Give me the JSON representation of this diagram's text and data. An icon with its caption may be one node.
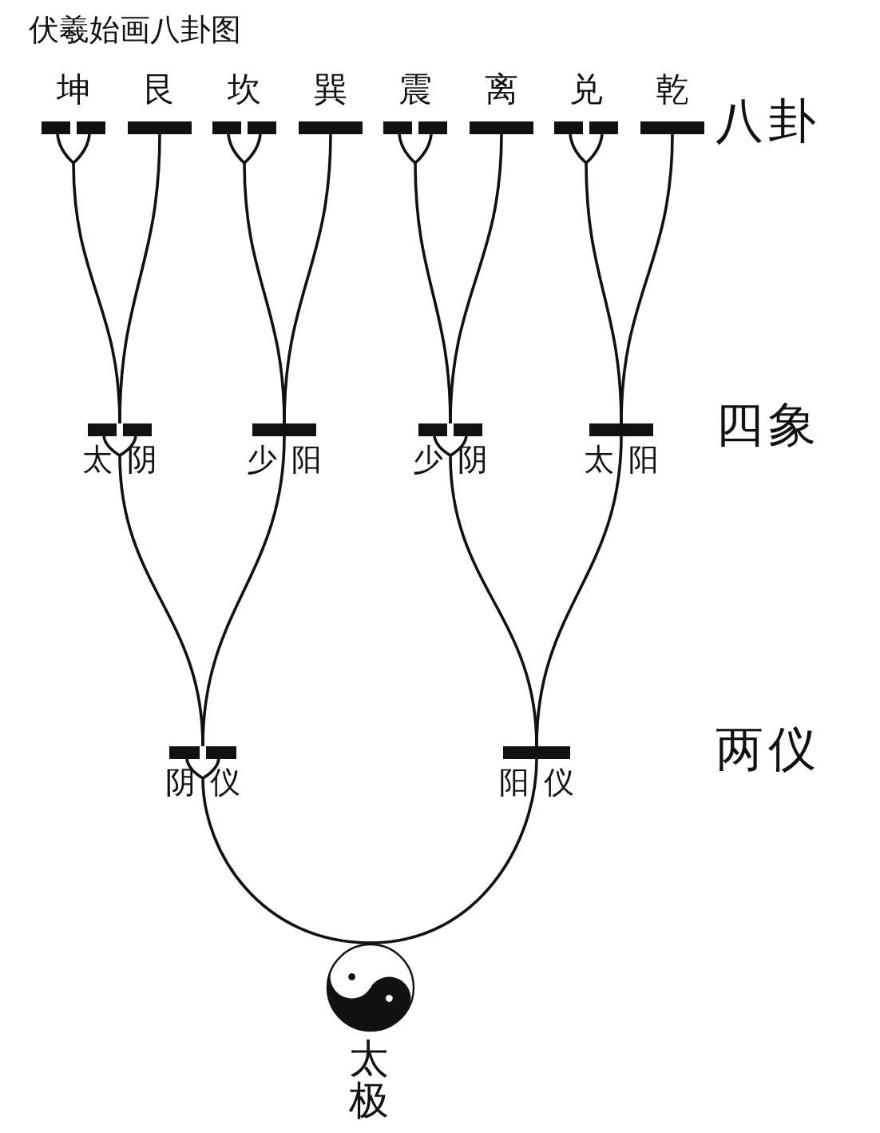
{
  "diagram": {
    "title": "伏羲始画八卦图",
    "nodes": [
      {
        "text": [
          "坤"
        ]
      },
      {
        "text": [
          "艮"
        ]
      },
      {
        "text": [
          "坎"
        ]
      },
      {
        "text": [
          "巽"
        ]
      },
      {
        "text": [
          "震"
        ]
      },
      {
        "text": [
          "离"
        ]
      },
      {
        "text": [
          "兑"
        ]
      },
      {
        "text": [
          "乾"
        ]
      },
      {
        "text": [
          "太阴"
        ]
      },
      {
        "text": [
          "少阳"
        ]
      },
      {
        "text": [
          "少阴"
        ]
      },
      {
        "text": [
          "太阳"
        ]
      },
      {
        "text": [
          "阴仪"
        ]
      },
      {
        "text": [
          "阳仪"
        ]
      },
      {
        "text": [
          "太极"
        ]
      }
    ],
    "edges": [
      {
        "from": 14,
        "to": 12,
        "arrow": "none"
      },
      {
        "from": 14,
        "to": 13,
        "arrow": "none"
      },
      {
        "from": 12,
        "to": 8,
        "arrow": "none"
      },
      {
        "from": 12,
        "to": 9,
        "arrow": "none"
      },
      {
        "from": 13,
        "to": 10,
        "arrow": "none"
      },
      {
        "from": 13,
        "to": 11,
        "arrow": "none"
      },
      {
        "from": 8,
        "to": 0,
        "arrow": "none"
      },
      {
        "from": 8,
        "to": 1,
        "arrow": "none"
      },
      {
        "from": 9,
        "to": 2,
        "arrow": "none"
      },
      {
        "from": 9,
        "to": 3,
        "arrow": "none"
      },
      {
        "from": 10,
        "to": 4,
        "arrow": "none"
      },
      {
        "from": 10,
        "to": 5,
        "arrow": "none"
      },
      {
        "from": 11,
        "to": 6,
        "arrow": "none"
      },
      {
        "from": 11,
        "to": 7,
        "arrow": "none"
      }
    ],
    "labels": [
      "八卦",
      "四象",
      "两仪"
    ]
  }
}
